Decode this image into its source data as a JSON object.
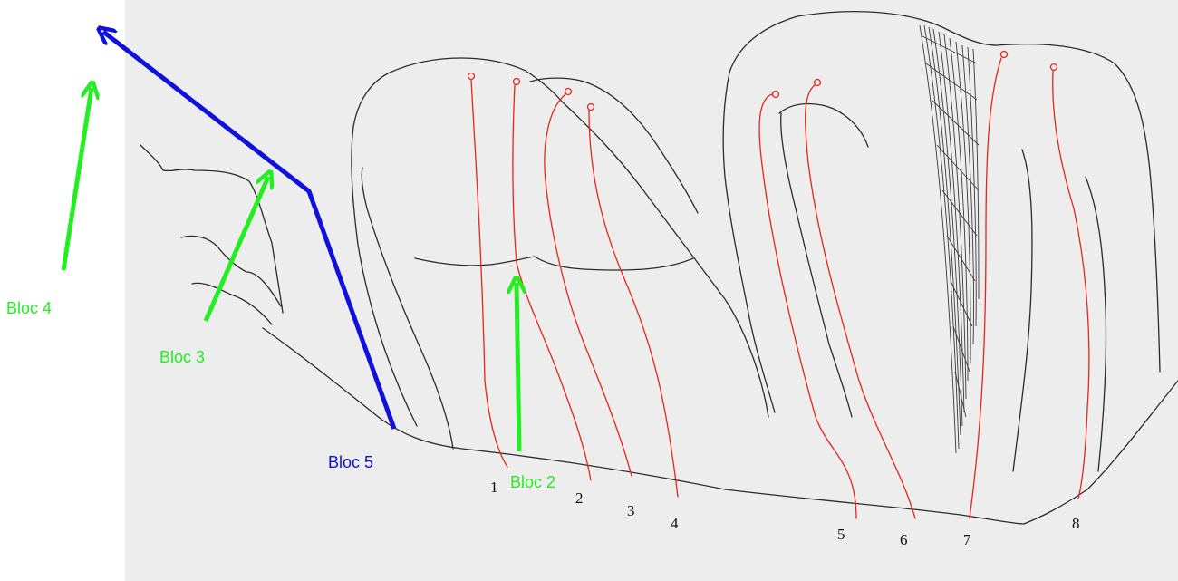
{
  "figure": {
    "colors": {
      "background": "#ffffff",
      "panel": "#ededed",
      "drawing": "#2b2b2b",
      "profiles": "#e8241b",
      "green_annotation": "#22ee22",
      "blue_annotation": "#1010dd"
    }
  },
  "profile_numbers": [
    "1",
    "2",
    "3",
    "4",
    "5",
    "6",
    "7",
    "8"
  ],
  "blocks": {
    "bloc2": "Bloc 2",
    "bloc3": "Bloc 3",
    "bloc4": "Bloc 4",
    "bloc5": "Bloc 5"
  }
}
